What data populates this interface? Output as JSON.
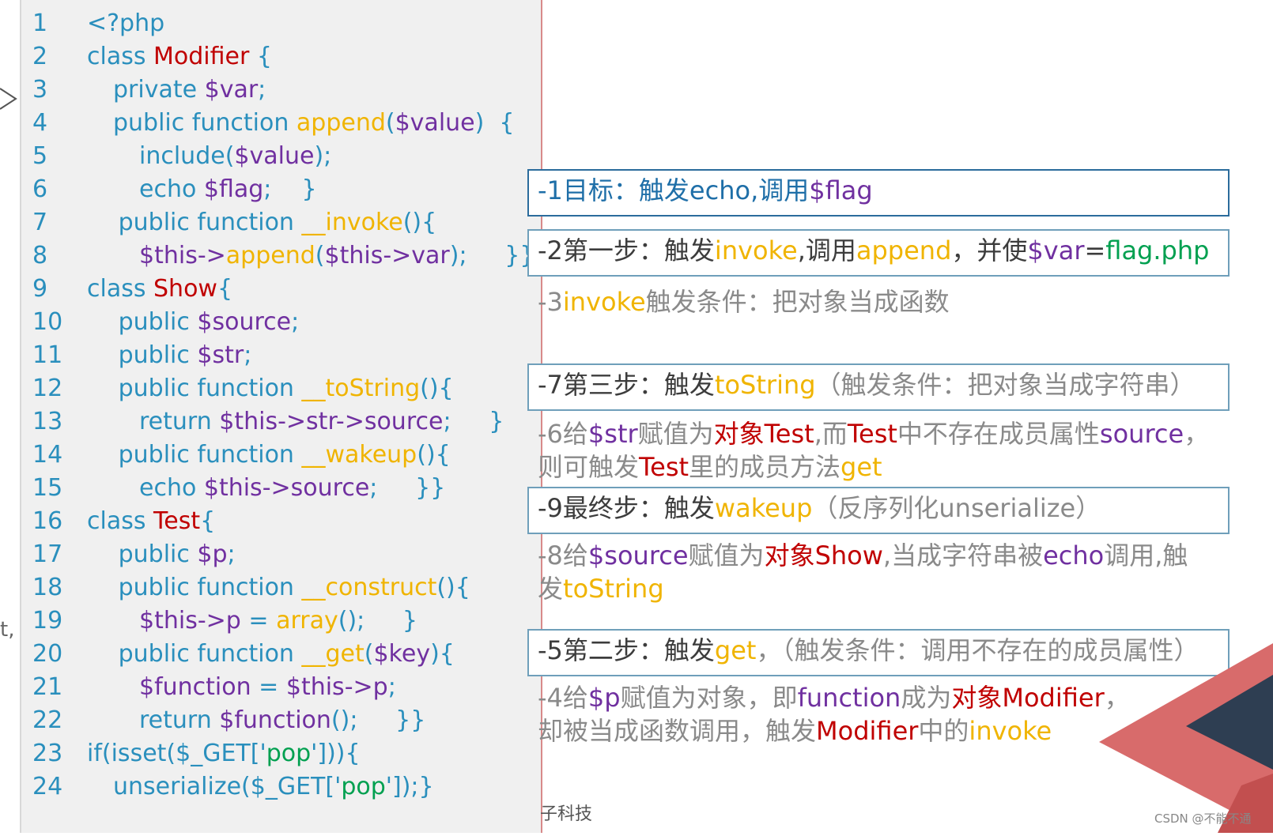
{
  "code_lines": [
    {
      "n": "1",
      "tokens": [
        [
          "kw",
          "<?php"
        ]
      ]
    },
    {
      "n": "2",
      "tokens": [
        [
          "kw",
          "class "
        ],
        [
          "red",
          "Modifier"
        ],
        [
          "kw",
          " {"
        ]
      ]
    },
    {
      "n": "3",
      "indent": 1,
      "tokens": [
        [
          "kw",
          "private "
        ],
        [
          "purple",
          "$var"
        ],
        [
          "kw",
          ";"
        ]
      ]
    },
    {
      "n": "4",
      "indent": 1,
      "tokens": [
        [
          "kw",
          "public function "
        ],
        [
          "gold",
          "append"
        ],
        [
          "kw",
          "("
        ],
        [
          "purple",
          "$value"
        ],
        [
          "kw",
          ")  {"
        ]
      ]
    },
    {
      "n": "5",
      "indent": 2,
      "tokens": [
        [
          "kw",
          "include("
        ],
        [
          "purple",
          "$value"
        ],
        [
          "kw",
          ");"
        ]
      ]
    },
    {
      "n": "6",
      "indent": 2,
      "tokens": [
        [
          "kw",
          "echo "
        ],
        [
          "purple",
          "$flag"
        ],
        [
          "kw",
          ";    }"
        ]
      ]
    },
    {
      "n": "7",
      "indent": 1.2,
      "tokens": [
        [
          "kw",
          "public function "
        ],
        [
          "gold",
          "__invoke"
        ],
        [
          "kw",
          "(){"
        ]
      ]
    },
    {
      "n": "8",
      "indent": 2,
      "tokens": [
        [
          "purple",
          "$this->"
        ],
        [
          "gold",
          "append"
        ],
        [
          "kw",
          "("
        ],
        [
          "purple",
          "$this->var"
        ],
        [
          "kw",
          ");     }}"
        ]
      ]
    },
    {
      "n": "9",
      "tokens": [
        [
          "kw",
          "class "
        ],
        [
          "red",
          "Show"
        ],
        [
          "kw",
          "{"
        ]
      ]
    },
    {
      "n": "10",
      "indent": 1.2,
      "tokens": [
        [
          "kw",
          "public "
        ],
        [
          "purple",
          "$source"
        ],
        [
          "kw",
          ";"
        ]
      ]
    },
    {
      "n": "11",
      "indent": 1.2,
      "tokens": [
        [
          "kw",
          "public "
        ],
        [
          "purple",
          "$str"
        ],
        [
          "kw",
          ";"
        ]
      ]
    },
    {
      "n": "12",
      "indent": 1.2,
      "tokens": [
        [
          "kw",
          "public function "
        ],
        [
          "gold",
          "__toString"
        ],
        [
          "kw",
          "(){"
        ]
      ]
    },
    {
      "n": "13",
      "indent": 2,
      "tokens": [
        [
          "kw",
          "return "
        ],
        [
          "purple",
          "$this->str->source"
        ],
        [
          "kw",
          ";     }"
        ]
      ]
    },
    {
      "n": "14",
      "indent": 1.2,
      "tokens": [
        [
          "kw",
          "public function "
        ],
        [
          "gold",
          "__wakeup"
        ],
        [
          "kw",
          "(){"
        ]
      ]
    },
    {
      "n": "15",
      "indent": 2,
      "tokens": [
        [
          "kw",
          "echo "
        ],
        [
          "purple",
          "$this->source"
        ],
        [
          "kw",
          ";     }}"
        ]
      ]
    },
    {
      "n": "16",
      "tokens": [
        [
          "kw",
          "class "
        ],
        [
          "red",
          "Test"
        ],
        [
          "kw",
          "{"
        ]
      ]
    },
    {
      "n": "17",
      "indent": 1.2,
      "tokens": [
        [
          "kw",
          "public "
        ],
        [
          "purple",
          "$p"
        ],
        [
          "kw",
          ";"
        ]
      ]
    },
    {
      "n": "18",
      "indent": 1.2,
      "tokens": [
        [
          "kw",
          "public function "
        ],
        [
          "gold",
          "__construct"
        ],
        [
          "kw",
          "(){"
        ]
      ]
    },
    {
      "n": "19",
      "indent": 2,
      "tokens": [
        [
          "purple",
          "$this->p"
        ],
        [
          "kw",
          " = "
        ],
        [
          "gold",
          "array"
        ],
        [
          "kw",
          "();     }"
        ]
      ]
    },
    {
      "n": "20",
      "indent": 1.2,
      "tokens": [
        [
          "kw",
          "public function "
        ],
        [
          "gold",
          "__get"
        ],
        [
          "kw",
          "("
        ],
        [
          "purple",
          "$key"
        ],
        [
          "kw",
          "){"
        ]
      ]
    },
    {
      "n": "21",
      "indent": 2,
      "tokens": [
        [
          "purple",
          "$function"
        ],
        [
          "kw",
          " = "
        ],
        [
          "purple",
          "$this->p"
        ],
        [
          "kw",
          ";"
        ]
      ]
    },
    {
      "n": "22",
      "indent": 2,
      "tokens": [
        [
          "kw",
          "return "
        ],
        [
          "purple",
          "$function"
        ],
        [
          "kw",
          "();     }}"
        ]
      ]
    },
    {
      "n": "23",
      "tokens": [
        [
          "kw",
          "if(isset($_GET['"
        ],
        [
          "green",
          "pop"
        ],
        [
          "kw",
          "'])){"
        ]
      ]
    },
    {
      "n": "24",
      "indent": 1,
      "tokens": [
        [
          "kw",
          "unserialize($_GET['"
        ],
        [
          "green",
          "pop"
        ],
        [
          "kw",
          "']);}"
        ]
      ]
    }
  ],
  "notes": [
    {
      "id": "goal",
      "box": "dark",
      "lines": [
        [
          [
            "blue",
            "-1目标："
          ],
          [
            "blue",
            "触发echo,调用"
          ],
          [
            "purple",
            "$flag"
          ]
        ]
      ]
    },
    {
      "id": "step1",
      "box": "light",
      "lines": [
        [
          [
            "dark",
            "-2第一步：触发"
          ],
          [
            "gold",
            "invoke"
          ],
          [
            "dark",
            ",调用"
          ],
          [
            "gold",
            "append"
          ],
          [
            "dark",
            "，并使"
          ],
          [
            "purple",
            "$var"
          ],
          [
            "dark",
            "="
          ],
          [
            "green",
            "flag.php"
          ]
        ]
      ]
    },
    {
      "id": "invoke-cond",
      "box": "none",
      "lines": [
        [
          [
            "grey",
            "-3"
          ],
          [
            "gold",
            "invoke"
          ],
          [
            "grey",
            "触发条件：把对象当成函数"
          ]
        ]
      ]
    },
    {
      "id": "step3",
      "box": "light",
      "lines": [
        [
          [
            "dark",
            "-7第三步：触发"
          ],
          [
            "gold",
            "toString"
          ],
          [
            "grey",
            "（触发条件：把对象当成字符串）"
          ]
        ]
      ]
    },
    {
      "id": "assign-str",
      "box": "none",
      "lines": [
        [
          [
            "grey",
            "-6给"
          ],
          [
            "purple",
            "$str"
          ],
          [
            "grey",
            "赋值为"
          ],
          [
            "red",
            "对象Test"
          ],
          [
            "grey",
            ",而"
          ],
          [
            "red",
            "Test"
          ],
          [
            "grey",
            "中不存在成员属性"
          ],
          [
            "purple",
            "source"
          ],
          [
            "grey",
            "，"
          ]
        ],
        [
          [
            "grey",
            "则可触发"
          ],
          [
            "red",
            "Test"
          ],
          [
            "grey",
            "里的成员方法"
          ],
          [
            "gold",
            "get"
          ]
        ]
      ]
    },
    {
      "id": "final",
      "box": "light",
      "lines": [
        [
          [
            "dark",
            "-9最终步：触发"
          ],
          [
            "gold",
            "wakeup"
          ],
          [
            "grey",
            "（反序列化unserialize）"
          ]
        ]
      ]
    },
    {
      "id": "assign-source",
      "box": "none",
      "lines": [
        [
          [
            "grey",
            "-8给"
          ],
          [
            "purple",
            "$source"
          ],
          [
            "grey",
            "赋值为"
          ],
          [
            "red",
            "对象Show"
          ],
          [
            "grey",
            ",当成字符串被"
          ],
          [
            "purple",
            "echo"
          ],
          [
            "grey",
            "调用,触"
          ]
        ],
        [
          [
            "grey",
            "发"
          ],
          [
            "gold",
            "toString"
          ]
        ]
      ]
    },
    {
      "id": "step2",
      "box": "light",
      "lines": [
        [
          [
            "dark",
            "-5第二步：触发"
          ],
          [
            "gold",
            "get"
          ],
          [
            "grey",
            "，（触发条件：调用不存在的成员属性）"
          ]
        ]
      ]
    },
    {
      "id": "assign-p",
      "box": "none",
      "lines": [
        [
          [
            "grey",
            "-4给"
          ],
          [
            "purple",
            "$p"
          ],
          [
            "grey",
            "赋值为对象，即"
          ],
          [
            "purple",
            "function"
          ],
          [
            "grey",
            "成为"
          ],
          [
            "red",
            "对象Modifier"
          ],
          [
            "grey",
            "，"
          ]
        ],
        [
          [
            "grey",
            "却被当成函数调用，触发"
          ],
          [
            "red",
            "Modifier"
          ],
          [
            "grey",
            "中的"
          ],
          [
            "gold",
            "invoke"
          ]
        ]
      ]
    }
  ],
  "footer": {
    "left_text": "子科技",
    "watermark": "筏子科技工作室",
    "csdn": "CSDN @不能不通"
  },
  "colors": {
    "blue": "#1f6fa8",
    "purple": "#7030a0",
    "gold": "#f0b400",
    "red": "#c00000",
    "green": "#00a050",
    "deco_red": "#d86b6b",
    "deco_dark": "#2e3e52"
  }
}
